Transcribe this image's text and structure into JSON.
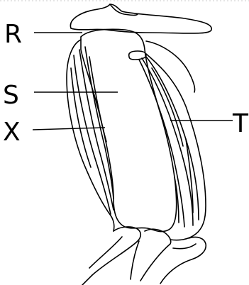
{
  "labels": {
    "R": "R",
    "S": "S",
    "X": "X",
    "T": "T"
  },
  "colors": {
    "line": "#000000",
    "background": "#ffffff"
  }
}
